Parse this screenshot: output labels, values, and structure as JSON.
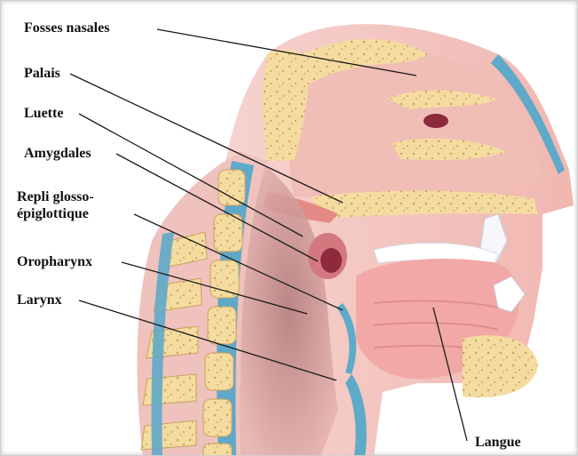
{
  "labels": {
    "fosses_nasales": "Fosses nasales",
    "palais": "Palais",
    "luette": "Luette",
    "amygdales": "Amygdales",
    "repli_line1": "Repli glosso-",
    "repli_line2": "épiglottique",
    "oropharynx": "Oropharynx",
    "larynx": "Larynx",
    "langue": "Langue"
  },
  "colors": {
    "tissue_pink": "#f2b9b5",
    "tissue_dark": "#e59a98",
    "bone_yellow": "#f4dba0",
    "cartilage_blue": "#5fa9c9",
    "muscle_red": "#e48a86",
    "leader_line": "#1a1a1a"
  }
}
